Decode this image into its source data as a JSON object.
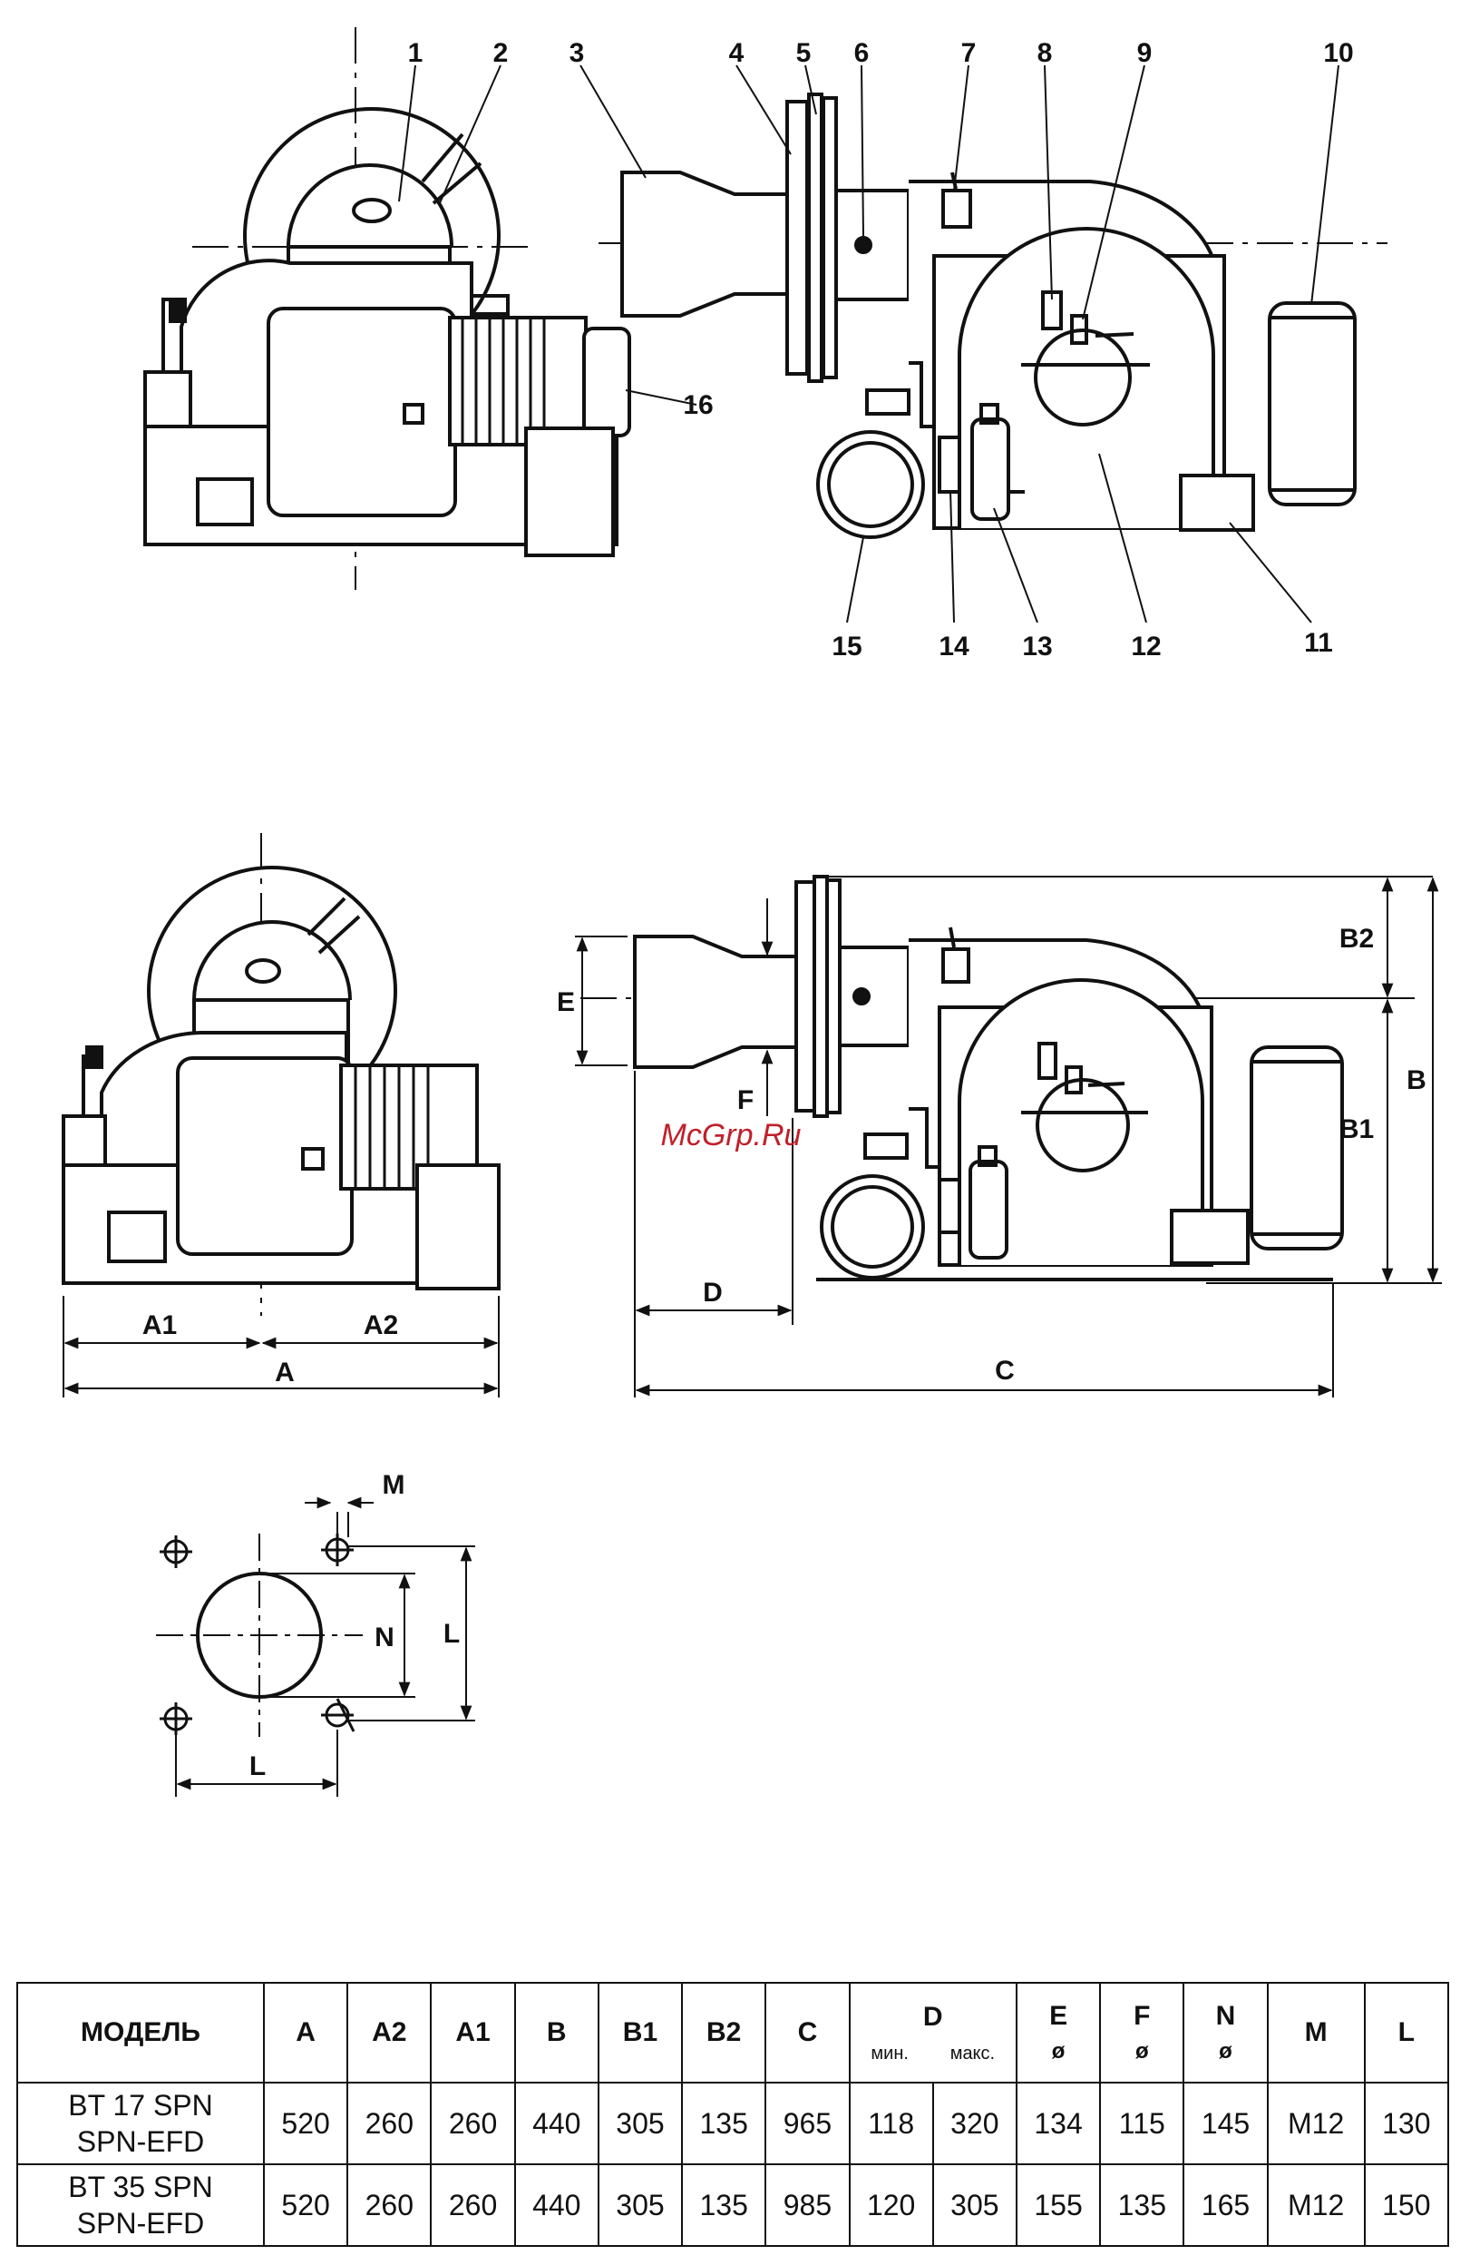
{
  "callouts": [
    "1",
    "2",
    "3",
    "4",
    "5",
    "6",
    "7",
    "8",
    "9",
    "10",
    "11",
    "12",
    "13",
    "14",
    "15",
    "16"
  ],
  "dimension_labels": {
    "A": "A",
    "A1": "A1",
    "A2": "A2",
    "B": "B",
    "B1": "B1",
    "B2": "B2",
    "C": "C",
    "D": "D",
    "E": "E",
    "F": "F",
    "M": "M",
    "N": "N",
    "L": "L",
    "L_vert": "L"
  },
  "watermark": "McGrp.Ru",
  "table": {
    "headers": {
      "model": "МОДЕЛЬ",
      "A": "A",
      "A2": "A2",
      "A1": "A1",
      "B": "B",
      "B1": "B1",
      "B2": "B2",
      "C": "C",
      "D": "D",
      "D_min": "мин.",
      "D_max": "макс.",
      "E": "E",
      "E_sym": "ø",
      "F": "F",
      "F_sym": "ø",
      "N": "N",
      "N_sym": "ø",
      "M": "M",
      "L": "L"
    },
    "rows": [
      {
        "model_1": "BT 17 SPN",
        "model_2": "SPN-EFD",
        "A": "520",
        "A2": "260",
        "A1": "260",
        "B": "440",
        "B1": "305",
        "B2": "135",
        "C": "965",
        "D_min": "118",
        "D_max": "320",
        "E": "134",
        "F": "115",
        "N": "145",
        "M": "M12",
        "L": "130"
      },
      {
        "model_1": "BT 35 SPN",
        "model_2": "SPN-EFD",
        "A": "520",
        "A2": "260",
        "A1": "260",
        "B": "440",
        "B1": "305",
        "B2": "135",
        "C": "985",
        "D_min": "120",
        "D_max": "305",
        "E": "155",
        "F": "135",
        "N": "165",
        "M": "M12",
        "L": "150"
      }
    ]
  }
}
